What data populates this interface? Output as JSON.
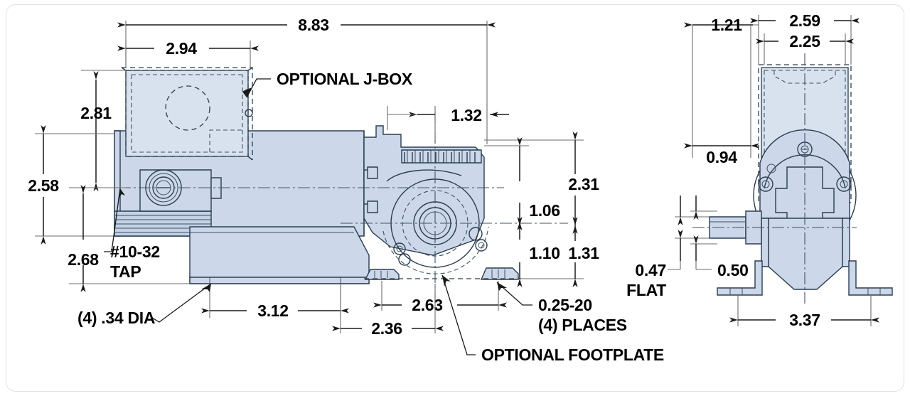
{
  "drawing": {
    "title": "Gearmotor dimensional outline drawing",
    "units": "inches",
    "views": [
      {
        "name": "side-elevation-view",
        "position": "left"
      },
      {
        "name": "end-elevation-view",
        "position": "right"
      }
    ],
    "colors": {
      "part_fill": "#ccd8e9",
      "part_outline": "#2b3d50",
      "dimension_line": "#1a1a1a",
      "extension_line": "#6b6b6b",
      "center_line": "#41526a",
      "card_border": "#e2e2e2",
      "background": "#ffffff"
    }
  },
  "left_view": {
    "horizontal_dimensions": [
      {
        "id": "overall-length",
        "value": "8.83"
      },
      {
        "id": "jbox-width",
        "value": "2.94"
      },
      {
        "id": "gearbox-offset",
        "value": "1.32"
      },
      {
        "id": "footplate-hole-spacing",
        "value": "3.12"
      },
      {
        "id": "footplate-to-center",
        "value": "2.36"
      },
      {
        "id": "mount-hole-spacing",
        "value": "2.63"
      }
    ],
    "vertical_dimensions": [
      {
        "id": "jbox-height",
        "value": "2.81"
      },
      {
        "id": "motor-center-height",
        "value": "2.58"
      },
      {
        "id": "footplate-height",
        "value": "2.68"
      },
      {
        "id": "gearbox-overall-height",
        "value": "2.31"
      },
      {
        "id": "shaft-to-top",
        "value": "1.06"
      },
      {
        "id": "shaft-to-base",
        "value": "1.10"
      },
      {
        "id": "base-to-center",
        "value": "1.31"
      }
    ],
    "notes": [
      {
        "id": "note-jbox",
        "text": "OPTIONAL J-BOX"
      },
      {
        "id": "note-tap-size",
        "text": "#10-32"
      },
      {
        "id": "note-tap-word",
        "text": "TAP"
      },
      {
        "id": "note-mount-holes",
        "text": "(4) .34 DIA"
      },
      {
        "id": "note-thread-size",
        "text": "0.25-20"
      },
      {
        "id": "note-thread-places",
        "text": "(4) PLACES"
      },
      {
        "id": "note-footplate",
        "text": "OPTIONAL FOOTPLATE"
      }
    ]
  },
  "right_view": {
    "horizontal_dimensions": [
      {
        "id": "body-width",
        "value": "2.59"
      },
      {
        "id": "inner-body-width",
        "value": "2.25"
      },
      {
        "id": "footplate-width",
        "value": "3.37"
      }
    ],
    "vertical_dimensions": [
      {
        "id": "top-to-center",
        "value": "1.21"
      },
      {
        "id": "center-offset",
        "value": "0.94"
      },
      {
        "id": "shaft-flat-depth",
        "value": "0.47"
      },
      {
        "id": "shaft-diameter",
        "value": "0.50"
      }
    ],
    "notes": [
      {
        "id": "note-flat",
        "text": "FLAT"
      }
    ]
  }
}
